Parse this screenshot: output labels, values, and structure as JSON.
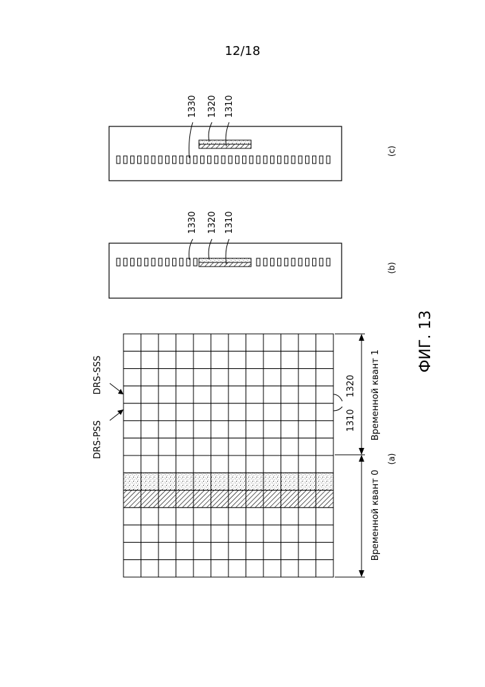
{
  "page": {
    "number": "12/18"
  },
  "figure": {
    "title": "ФИГ. 13",
    "panel_a": {
      "caption": "(a)",
      "pss_label": "DRS-PSS",
      "sss_label": "DRS-SSS",
      "ref_pss": "1310",
      "ref_sss": "1320",
      "slot0_label": "Временной квант 0",
      "slot1_label": "Временной квант 1",
      "grid": {
        "rows": 12,
        "cols": 14,
        "pss_col": 9,
        "sss_col": 8
      }
    },
    "panel_b": {
      "caption": "(b)",
      "ref_1330": "1330",
      "ref_1320": "1320",
      "ref_1310": "1310"
    },
    "panel_c": {
      "caption": "(c)",
      "ref_1330": "1330",
      "ref_1320": "1320",
      "ref_1310": "1310"
    }
  }
}
